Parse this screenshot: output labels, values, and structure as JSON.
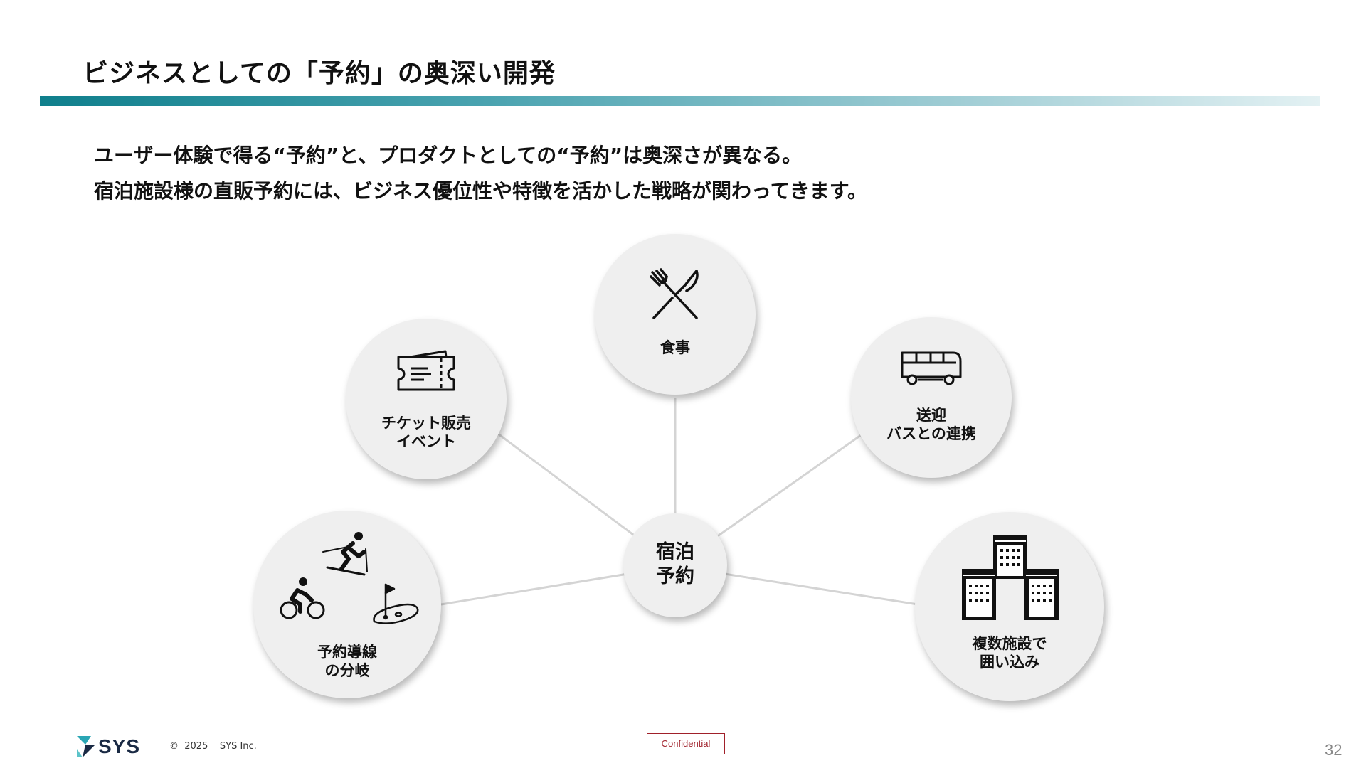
{
  "slide": {
    "title": "ビジネスとしての「予約」の奥深い開発",
    "lead": [
      "ユーザー体験で得る“予約”と、プロダクトとしての“予約”は奥深さが異なる。",
      "宿泊施設様の直販予約には、ビジネス優位性や特徴を活かした戦略が関わってきます。"
    ]
  },
  "diagram": {
    "center": [
      "宿泊",
      "予約"
    ],
    "nodes": {
      "meal": {
        "lines": [
          "食事"
        ],
        "icon": "fork-knife-icon"
      },
      "ticket": {
        "lines": [
          "チケット販売",
          "イベント"
        ],
        "icon": "ticket-icon"
      },
      "bus": {
        "lines": [
          "送迎",
          "バスとの連携"
        ],
        "icon": "bus-icon"
      },
      "activity": {
        "lines": [
          "予約導線",
          "の分岐"
        ],
        "icons": [
          "skier-icon",
          "cyclist-icon",
          "golf-icon"
        ]
      },
      "facilities": {
        "lines": [
          "複数施設で",
          "囲い込み"
        ],
        "icon": "buildings-icon"
      }
    }
  },
  "footer": {
    "logo_text": "SYS",
    "copyright": "©  2025    SYS Inc.",
    "confidential": "Confidential",
    "page_number": "32"
  },
  "colors": {
    "accent_teal": "#0f7f8c",
    "node_fill": "#efefef",
    "connector": "#d4d4d4",
    "confidential_red": "#a0202a",
    "logo_navy": "#1a2a44"
  }
}
